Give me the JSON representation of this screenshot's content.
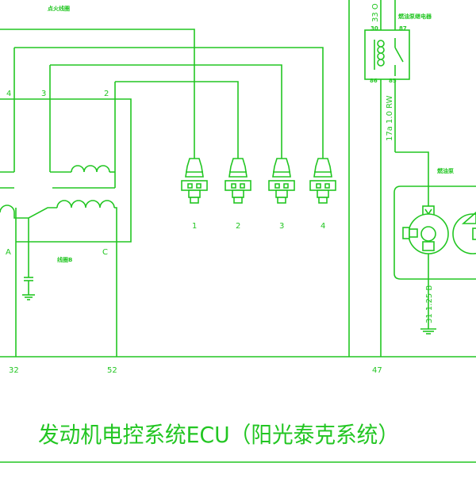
{
  "diagram": {
    "coil_top_label": "点火线圈",
    "coil_bottom_label": "线圈B",
    "relay_label": "燃油泵继电器",
    "pump_label": "燃油泵",
    "coil_terminals": [
      "4",
      "3",
      "2"
    ],
    "coil_ends": [
      "A",
      "C"
    ],
    "spark_plug_numbers": [
      "1",
      "2",
      "3",
      "4"
    ],
    "ecu_pins": [
      "32",
      "52",
      "47"
    ],
    "wire_top_label": "33 O",
    "wire_relay_label": "17a 1.0 RW",
    "wire_pump_label": "31 1.25 B",
    "relay_pin_labels": [
      "30",
      "86",
      "85",
      "87"
    ],
    "title": "发动机电控系统ECU（阳光泰克系统）",
    "colors": {
      "line": "#22c622",
      "background": "#ffffff"
    }
  }
}
